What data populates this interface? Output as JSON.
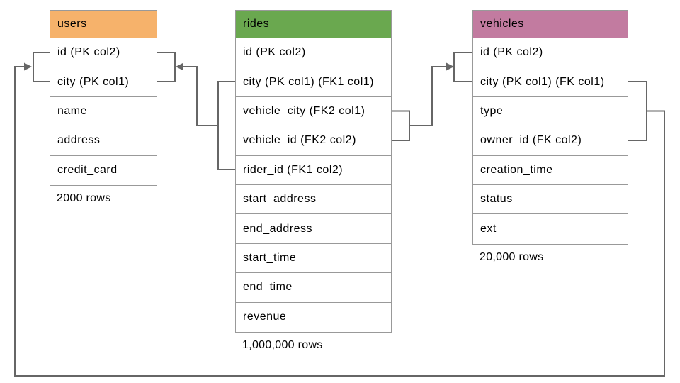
{
  "diagram": {
    "tables": {
      "users": {
        "title": "users",
        "header_color": "#f6b26b",
        "columns": [
          "id (PK col2)",
          "city (PK col1)",
          "name",
          "address",
          "credit_card"
        ],
        "row_count": "2000 rows"
      },
      "rides": {
        "title": "rides",
        "header_color": "#6aa84f",
        "columns": [
          "id (PK col2)",
          "city (PK col1) (FK1 col1)",
          "vehicle_city (FK2 col1)",
          "vehicle_id (FK2 col2)",
          "rider_id (FK1 col2)",
          "start_address",
          "end_address",
          "start_time",
          "end_time",
          "revenue"
        ],
        "row_count": "1,000,000 rows"
      },
      "vehicles": {
        "title": "vehicles",
        "header_color": "#c27ba0",
        "columns": [
          "id (PK col2)",
          "city (PK col1) (FK col1)",
          "type",
          "owner_id (FK col2)",
          "creation_time",
          "status",
          "ext"
        ],
        "row_count": "20,000 rows"
      }
    },
    "colors": {
      "line": "#666666",
      "cell_border": "#999999"
    }
  }
}
